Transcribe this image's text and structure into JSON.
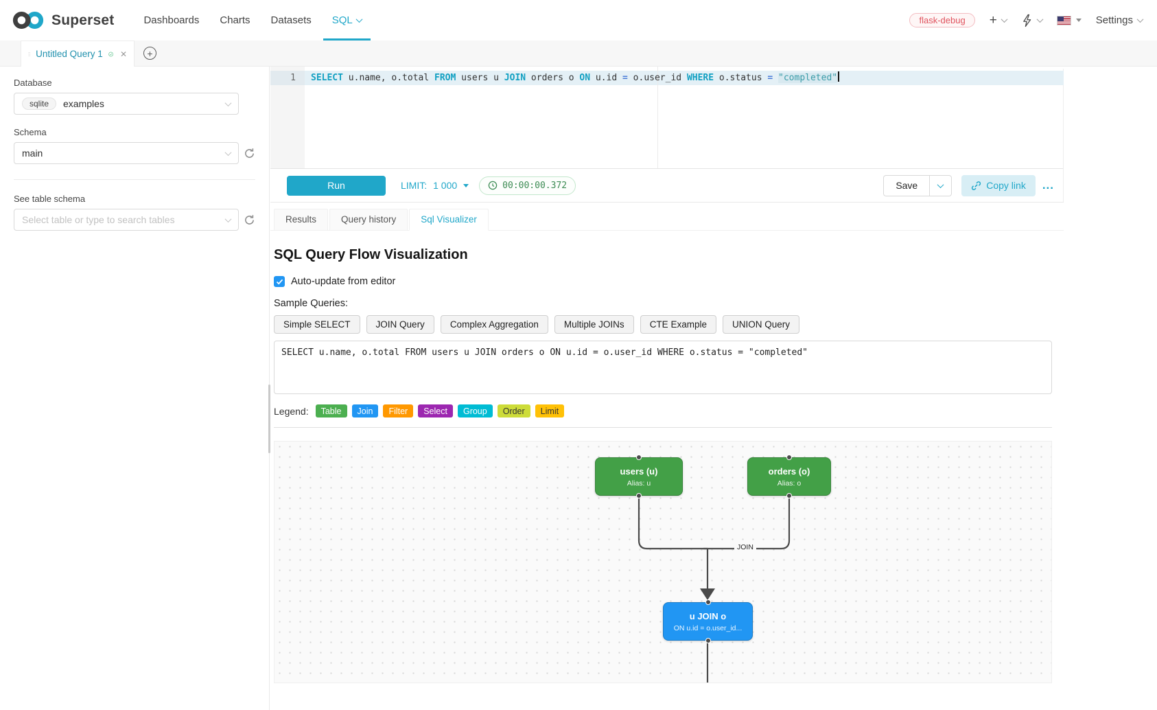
{
  "colors": {
    "accent": "#20a7c9"
  },
  "navbar": {
    "brand": "Superset",
    "items": [
      {
        "label": "Dashboards"
      },
      {
        "label": "Charts"
      },
      {
        "label": "Datasets"
      },
      {
        "label": "SQL"
      }
    ],
    "env_badge": "flask-debug",
    "settings_label": "Settings"
  },
  "tabs_bar": {
    "active_tab": "Untitled Query 1"
  },
  "sidebar": {
    "database_label": "Database",
    "database_engine": "sqlite",
    "database_value": "examples",
    "schema_label": "Schema",
    "schema_value": "main",
    "table_label": "See table schema",
    "table_placeholder": "Select table or type to search tables"
  },
  "editor": {
    "line_number": "1",
    "tokens": [
      {
        "t": "SELECT",
        "c": "kw"
      },
      {
        "t": " u.name, o.total ",
        "c": "pl"
      },
      {
        "t": "FROM",
        "c": "kw"
      },
      {
        "t": " users u ",
        "c": "pl"
      },
      {
        "t": "JOIN",
        "c": "kw"
      },
      {
        "t": " orders o ",
        "c": "pl"
      },
      {
        "t": "ON",
        "c": "kw"
      },
      {
        "t": " u.id ",
        "c": "pl"
      },
      {
        "t": "=",
        "c": "op"
      },
      {
        "t": " o.user_id ",
        "c": "pl"
      },
      {
        "t": "WHERE",
        "c": "kw"
      },
      {
        "t": " o.status ",
        "c": "pl"
      },
      {
        "t": "=",
        "c": "op"
      },
      {
        "t": " ",
        "c": "pl"
      },
      {
        "t": "\"completed\"",
        "c": "str"
      }
    ]
  },
  "toolbar": {
    "run_label": "Run",
    "limit_label": "LIMIT:",
    "limit_value": "1 000",
    "timer": "00:00:00.372",
    "save_label": "Save",
    "copy_link_label": "Copy link",
    "more_label": "..."
  },
  "result_tabs": [
    {
      "label": "Results"
    },
    {
      "label": "Query history"
    },
    {
      "label": "Sql Visualizer"
    }
  ],
  "visualizer": {
    "title": "SQL Query Flow Visualization",
    "auto_update_label": "Auto-update from editor",
    "sample_queries_label": "Sample Queries:",
    "sample_buttons": [
      "Simple SELECT",
      "JOIN Query",
      "Complex Aggregation",
      "Multiple JOINs",
      "CTE Example",
      "UNION Query"
    ],
    "sql_text": "SELECT u.name, o.total FROM users u JOIN orders o ON u.id = o.user_id WHERE o.status = \"completed\"",
    "legend_label": "Legend:",
    "legend": [
      {
        "label": "Table",
        "color": "#4caf50",
        "text": "#ffffff"
      },
      {
        "label": "Join",
        "color": "#2196f3",
        "text": "#ffffff"
      },
      {
        "label": "Filter",
        "color": "#ff9800",
        "text": "#ffffff"
      },
      {
        "label": "Select",
        "color": "#9c27b0",
        "text": "#ffffff"
      },
      {
        "label": "Group",
        "color": "#00bcd4",
        "text": "#ffffff"
      },
      {
        "label": "Order",
        "color": "#cddc39",
        "text": "#333333"
      },
      {
        "label": "Limit",
        "color": "#ffc107",
        "text": "#333333"
      }
    ],
    "flow": {
      "nodes": [
        {
          "title": "users (u)",
          "subtitle": "Alias: u",
          "color": "#43a047"
        },
        {
          "title": "orders (o)",
          "subtitle": "Alias: o",
          "color": "#43a047"
        },
        {
          "title": "u JOIN o",
          "subtitle": "ON u.id = o.user_id...",
          "color": "#2196f3"
        }
      ],
      "edge_label": "JOIN"
    }
  }
}
